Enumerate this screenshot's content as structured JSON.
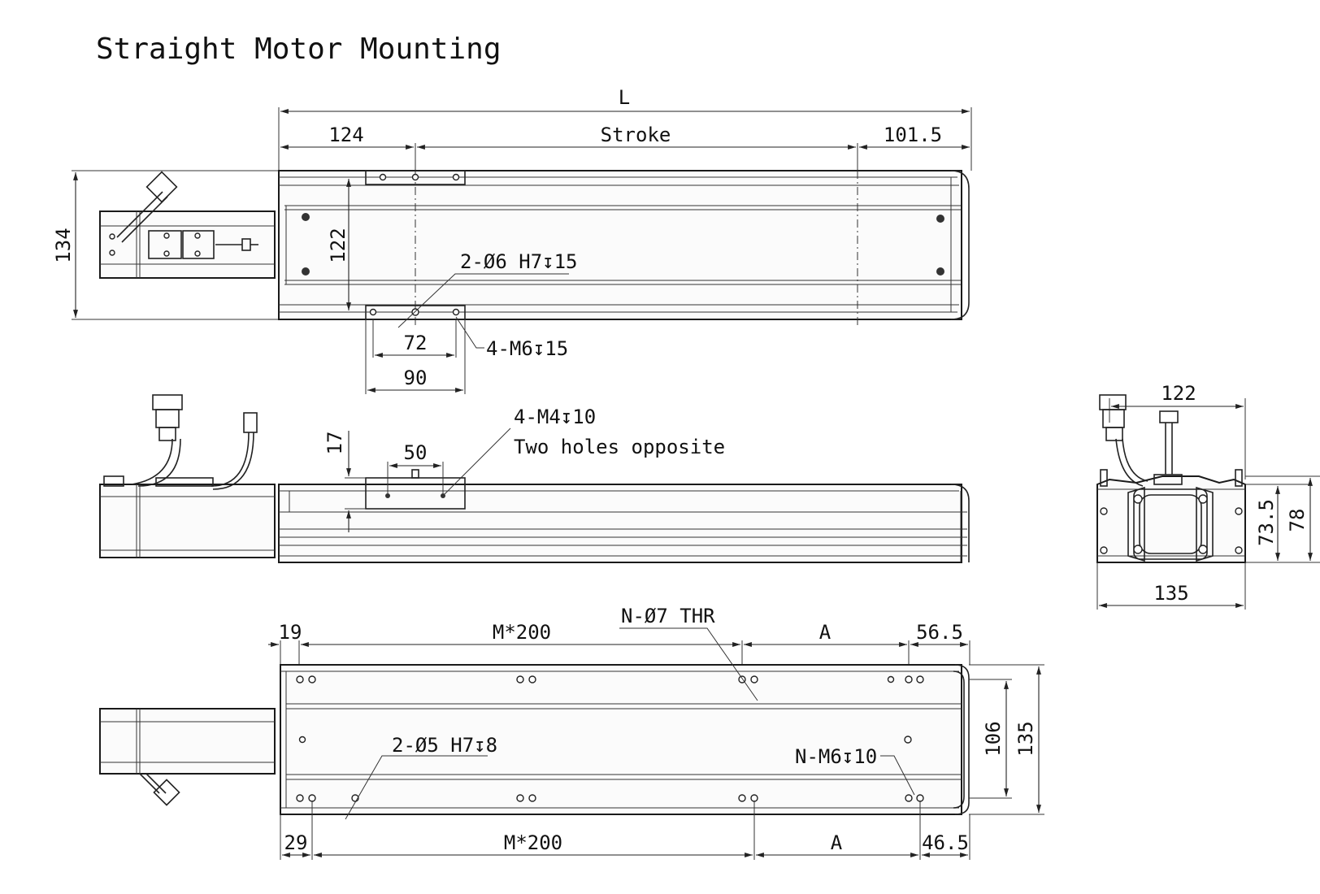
{
  "title": "Straight Motor Mounting",
  "top_view": {
    "overall_length": "L",
    "left_offset": "124",
    "stroke": "Stroke",
    "right_offset": "101.5",
    "height": "134",
    "slider_hole_pitch": "122",
    "pin_holes": "2-Ø6 H7↧15",
    "tapped_holes": "4-M6↧15",
    "inner_pitch": "72",
    "slider_width": "90"
  },
  "side_view": {
    "tapped_holes": "4-M4↧10",
    "note": "Two holes opposite",
    "slider_height": "17",
    "slider_pitch": "50"
  },
  "end_view": {
    "top_width": "122",
    "height_a": "73.5",
    "height_b": "78",
    "base_width": "135"
  },
  "bottom_view": {
    "upper_left": "19",
    "upper_pitch": "M*200",
    "through_holes": "N-Ø7 THR",
    "upper_a": "A",
    "upper_right": "56.5",
    "pin_holes": "2-Ø5 H7↧8",
    "tapped_holes": "N-M6↧10",
    "inner_width": "106",
    "outer_width": "135",
    "lower_left": "29",
    "lower_pitch": "M*200",
    "lower_a": "A",
    "lower_right": "46.5"
  }
}
